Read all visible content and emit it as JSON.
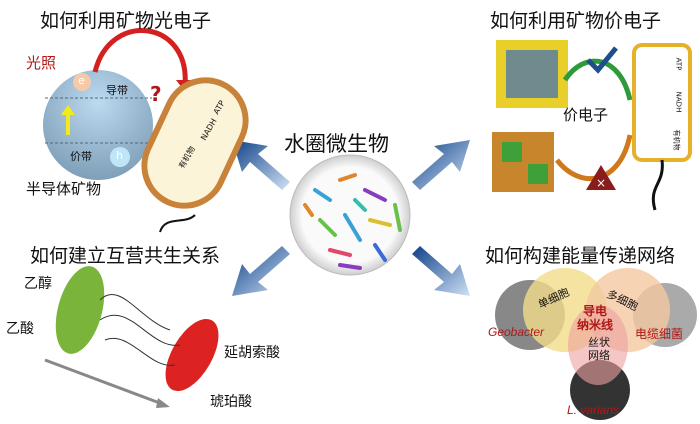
{
  "center": {
    "title": "水圈微生物"
  },
  "top_left": {
    "title": "如何利用矿物光电子",
    "light_label": "光照",
    "conduction_band": "导带",
    "valence_band": "价带",
    "mineral_label": "半导体矿物",
    "electron": "e",
    "hole": "h",
    "question_mark": "?",
    "cell_labels": [
      "ATP",
      "NADH",
      "有机物"
    ]
  },
  "top_right": {
    "title": "如何利用矿物价电子",
    "valence_electron": "价电子",
    "cell_labels": [
      "ATP",
      "NADH",
      "有机物"
    ]
  },
  "bottom_left": {
    "title": "如何建立互营共生关系",
    "ethanol": "乙醇",
    "acetate": "乙酸",
    "fumarate": "延胡索酸",
    "succinate": "琥珀酸"
  },
  "bottom_right": {
    "title": "如何构建能量传递网络",
    "single_cell": "单细胞",
    "multi_cell": "多细胞",
    "nanowire": "导电\n纳米线",
    "filament_network": "丝状\n网络",
    "geobacter": "Geobacter",
    "cable_bacteria": "电缆细菌",
    "l_varians": "L. varians"
  },
  "colors": {
    "arrow_blue": "#1f5fa8",
    "red_accent": "#b01818",
    "green": "#2e9a3a",
    "gold": "#e6b12a"
  }
}
